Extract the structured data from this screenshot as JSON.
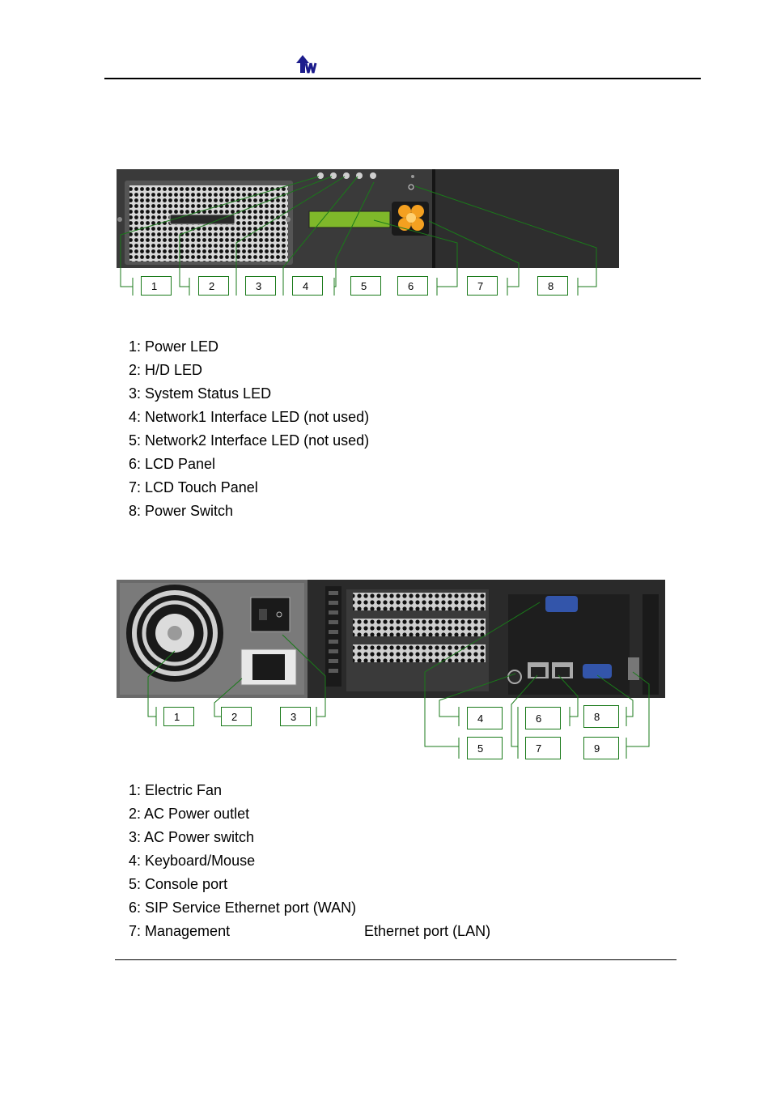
{
  "header": {
    "logo_icon": "company-logo-arrow-icon"
  },
  "front_panel": {
    "callouts": [
      "1",
      "2",
      "3",
      "4",
      "5",
      "6",
      "7",
      "8"
    ],
    "legend": [
      "1: Power LED",
      "2: H/D LED",
      "3: System Status LED",
      "4: Network1 Interface LED (not used)",
      "5: Network2 Interface LED (not used)",
      "6: LCD Panel",
      "7: LCD Touch Panel",
      "8: Power Switch"
    ]
  },
  "rear_panel": {
    "callouts": [
      "1",
      "2",
      "3",
      "4",
      "6",
      "8",
      "5",
      "7",
      "9"
    ],
    "legend": [
      "1: Electric Fan",
      "2: AC Power outlet",
      "3: AC Power switch",
      "4: Keyboard/Mouse",
      "5: Console port",
      "6: SIP Service Ethernet port (WAN)"
    ],
    "legend_last_left": "7: Management",
    "legend_last_right": "Ethernet port (LAN)"
  },
  "colors": {
    "leader_green": "#1a7a1a",
    "chassis_dark": "#2a2a2a",
    "lcd_green": "#7fb82a",
    "touch_orange": "#f4a020",
    "logo_navy": "#1c1c8c"
  }
}
